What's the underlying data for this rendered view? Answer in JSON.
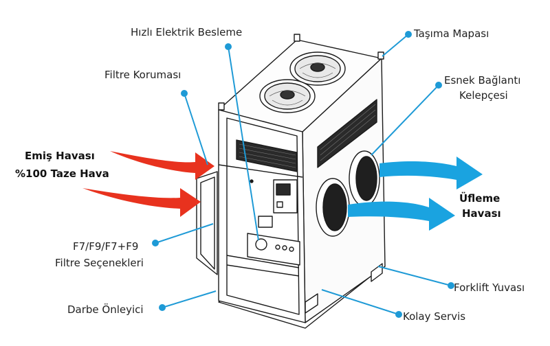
{
  "labels": {
    "hizli_elektrik": "Hızlı Elektrik Besleme",
    "tasima_mapasi": "Taşıma Mapası",
    "filtre_korumasi": "Filtre Koruması",
    "esnek_baglanti_1": "Esnek Bağlantı",
    "esnek_baglanti_2": "Kelepçesi",
    "emis_1": "Emiş Havası",
    "emis_2": "%100 Taze Hava",
    "ufleme_1": "Üfleme",
    "ufleme_2": "Havası",
    "filtre_secenek_1": "F7/F9/F7+F9",
    "filtre_secenek_2": "Filtre Seçenekleri",
    "forklift": "Forklift Yuvası",
    "darbe": "Darbe Önleyici",
    "kolay_servis": "Kolay Servis"
  },
  "colors": {
    "leader": "#1e9ad6",
    "inlet_arrow": "#e8321e",
    "outlet_arrow": "#1aa3e0",
    "machine_line": "#1a1a1a"
  }
}
